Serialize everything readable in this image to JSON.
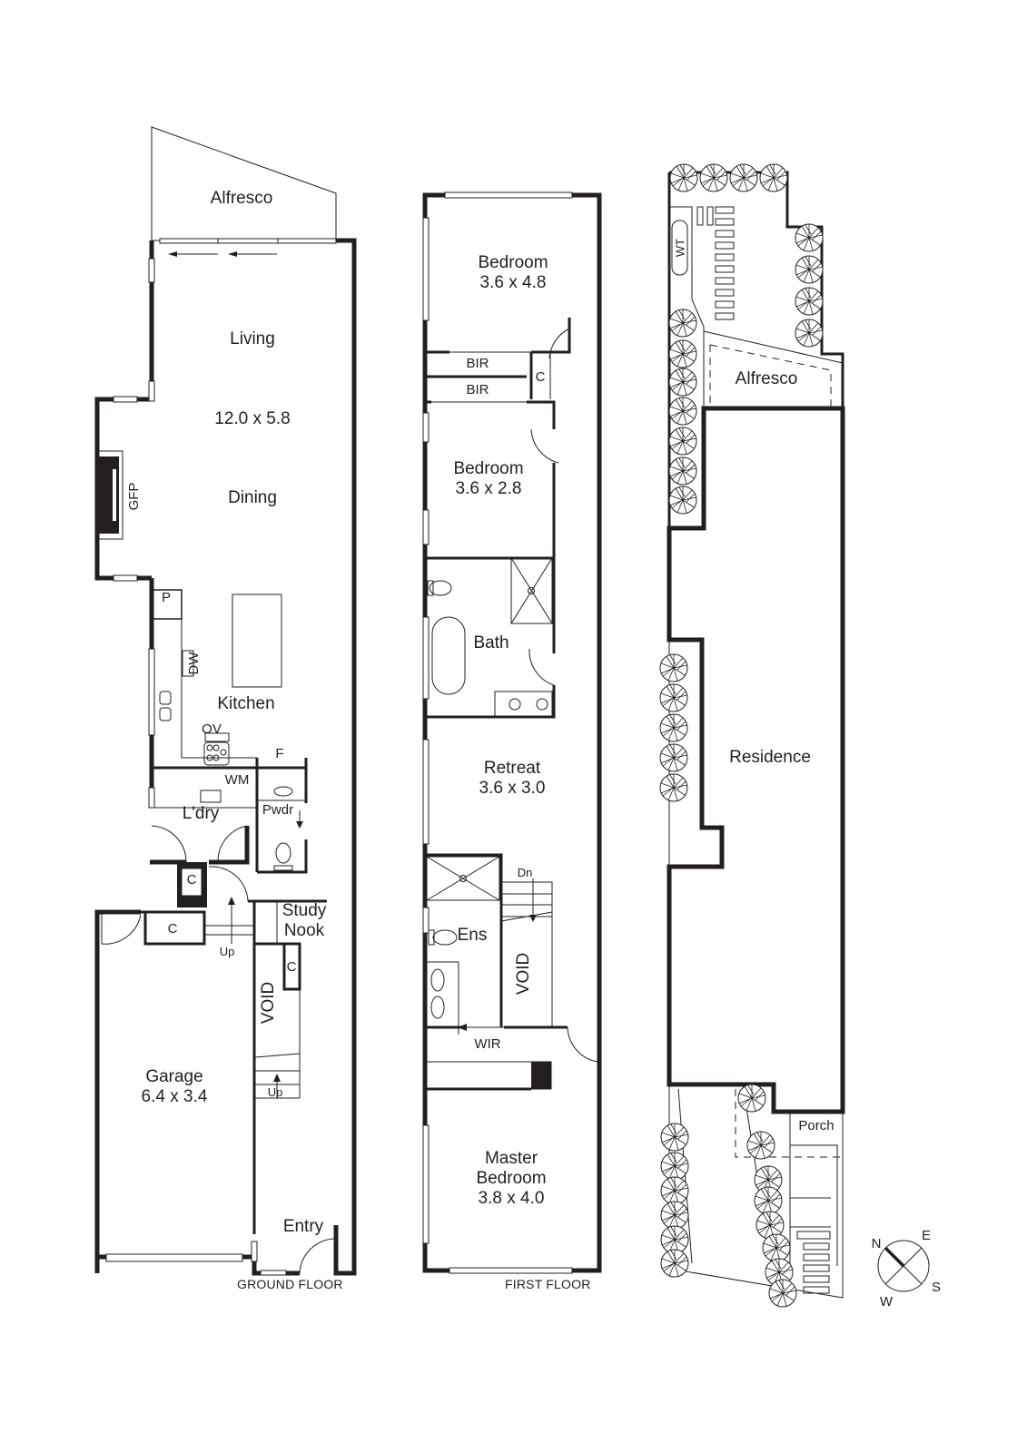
{
  "plans": {
    "ground_floor": {
      "caption": "GROUND FLOOR",
      "rooms": {
        "alfresco": "Alfresco",
        "living": "Living",
        "living_dining_size": "12.0 x 5.8",
        "dining": "Dining",
        "gfp": "GFP",
        "pantry": "P",
        "dw": "DW",
        "kitchen": "Kitchen",
        "oven": "OV",
        "fridge": "F",
        "wm": "WM",
        "laundry": "L'dry",
        "powder": "Pwdr",
        "cupboard_1": "C",
        "cupboard_2": "C",
        "cupboard_3": "C",
        "study_line1": "Study",
        "study_line2": "Nook",
        "stairs_up_1": "Up",
        "stairs_up_2": "Up",
        "void": "VOID",
        "garage": "Garage",
        "garage_size": "6.4 x 3.4",
        "entry": "Entry"
      }
    },
    "first_floor": {
      "caption": "FIRST FLOOR",
      "rooms": {
        "bedroom_1": "Bedroom",
        "bedroom_1_size": "3.6 x 4.8",
        "bir_1": "BIR",
        "bir_2": "BIR",
        "cupboard": "C",
        "bedroom_2": "Bedroom",
        "bedroom_2_size": "3.6 x 2.8",
        "bath": "Bath",
        "retreat": "Retreat",
        "retreat_size": "3.6 x 3.0",
        "stairs_dn": "Dn",
        "ensuite": "Ens",
        "void": "VOID",
        "wir": "WIR",
        "master_line1": "Master",
        "master_line2": "Bedroom",
        "master_size": "3.8 x 4.0"
      }
    },
    "site_plan": {
      "rooms": {
        "wt": "WT",
        "alfresco": "Alfresco",
        "residence": "Residence",
        "porch": "Porch"
      },
      "compass": {
        "n": "N",
        "e": "E",
        "s": "S",
        "w": "W"
      }
    }
  },
  "colors": {
    "ink": "#231f20",
    "paper": "#ffffff"
  }
}
